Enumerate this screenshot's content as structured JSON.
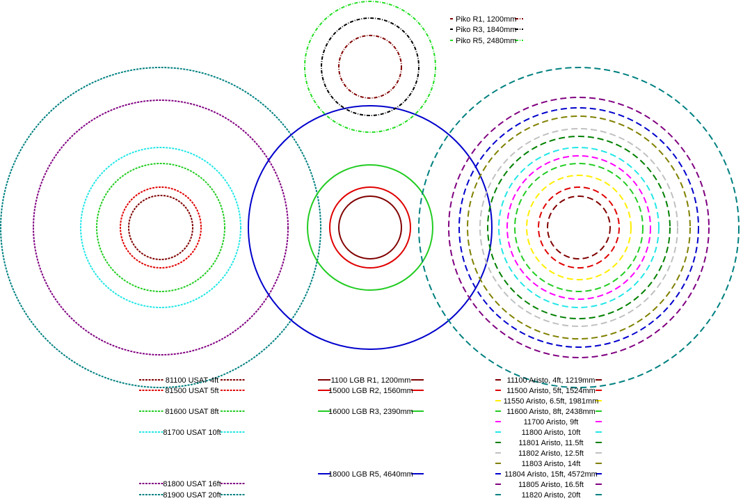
{
  "groups": {
    "usat": {
      "items": [
        {
          "label": "81100 USAT 4ft",
          "color": "#800000",
          "dash": "3,1.5",
          "ring": true
        },
        {
          "label": "81500 USAT 5ft",
          "color": "#e00000",
          "dash": "3,1.5",
          "ring": true
        },
        {
          "label": "81600 USAT 8ft",
          "color": "#22cc22",
          "dash": "3,1.5",
          "ring": true
        },
        {
          "label": "81700 USAT 10ft",
          "color": "#22e6e6",
          "dash": "3,1.5",
          "ring": true
        },
        {
          "label": "81800 USAT 16ft",
          "color": "#800080",
          "dash": "3,1.5",
          "ring": true
        },
        {
          "label": "81900 USAT 20ft",
          "color": "#008080",
          "dash": "3,1.5",
          "ring": true
        }
      ]
    },
    "lgb": {
      "items": [
        {
          "label": "1100 LGB R1, 1200mm",
          "color": "#800000",
          "dash": "",
          "ring": true
        },
        {
          "label": "15000 LGB R2, 1560mm",
          "color": "#e00000",
          "dash": "",
          "ring": true
        },
        {
          "label": "16000 LGB R3, 2390mm",
          "color": "#22cc22",
          "dash": "",
          "ring": true
        },
        {
          "label": "18000 LGB R5, 4640mm",
          "color": "#0000cc",
          "dash": "",
          "ring": true
        }
      ]
    },
    "aristo": {
      "items": [
        {
          "label": "11100 Aristo,  4ft, 1219mm",
          "color": "#800000",
          "dash": "9,5",
          "ring": true
        },
        {
          "label": "11500 Aristo,  5ft, 1524mm",
          "color": "#e00000",
          "dash": "9,5",
          "ring": true
        },
        {
          "label": "11550 Aristo,  6.5ft, 1981mm",
          "color": "#ffee00",
          "dash": "9,5",
          "ring": true
        },
        {
          "label": "11600 Aristo,  8ft, 2438mm",
          "color": "#22cc22",
          "dash": "9,5",
          "ring": true
        },
        {
          "label": "11700 Aristo,  9ft",
          "color": "#ff00ff",
          "dash": "9,5",
          "ring": true
        },
        {
          "label": "11800 Aristo,  10ft",
          "color": "#22e6e6",
          "dash": "9,5",
          "ring": true
        },
        {
          "label": "11801 Aristo,  11.5ft",
          "color": "#008000",
          "dash": "9,5",
          "ring": true
        },
        {
          "label": "11802 Aristo,  12.5ft",
          "color": "#c0c0c0",
          "dash": "9,5",
          "ring": true
        },
        {
          "label": "11803 Aristo,  14ft",
          "color": "#808000",
          "dash": "9,5",
          "ring": true
        },
        {
          "label": "11804 Aristo,  15ft, 4572mm",
          "color": "#0000cc",
          "dash": "9,5",
          "ring": true
        },
        {
          "label": "11805 Aristo,  16.5ft",
          "color": "#800080",
          "dash": "9,5",
          "ring": true
        },
        {
          "label": "11820 Aristo,  20ft",
          "color": "#008080",
          "dash": "9,5",
          "ring": true
        }
      ]
    },
    "piko": {
      "items": [
        {
          "label": "Piko R1, 1200mm",
          "color": "#800000",
          "dash": "5,2,1,2",
          "ring": true
        },
        {
          "label": "Piko R3, 1840mm",
          "color": "#000000",
          "dash": "5,2,1,2",
          "ring": true
        },
        {
          "label": "Piko R5, 2480mm",
          "color": "#22dd22",
          "dash": "5,2,1,2",
          "ring": true
        }
      ]
    }
  }
}
